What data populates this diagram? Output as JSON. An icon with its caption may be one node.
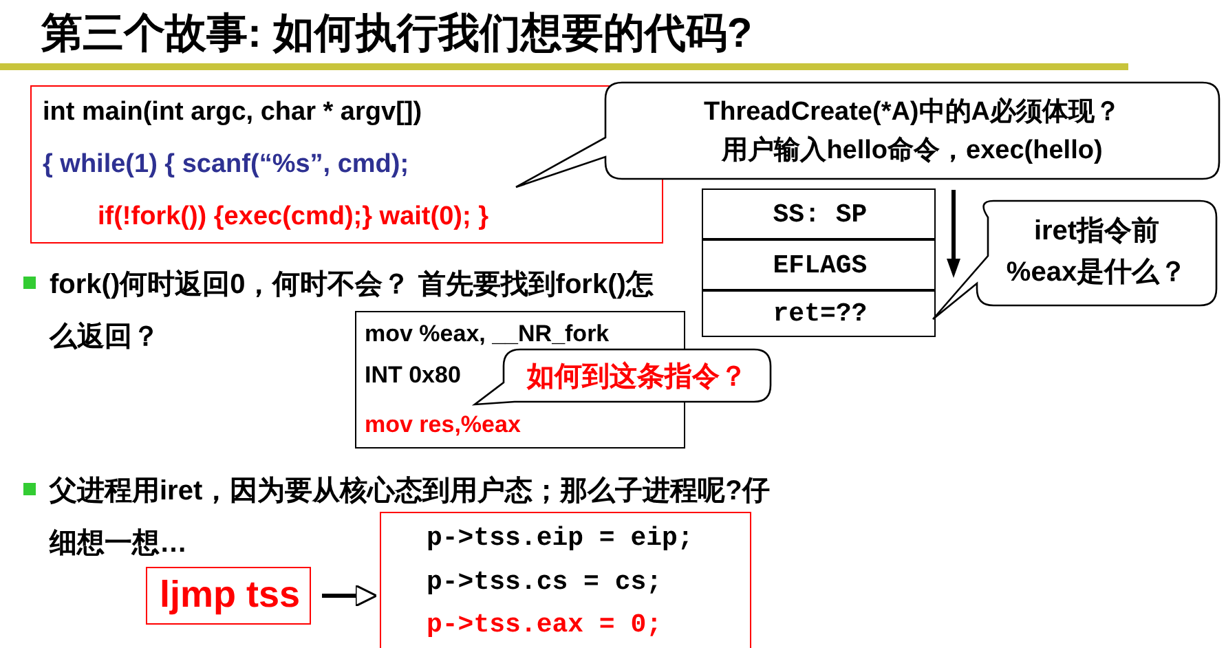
{
  "diagram": {
    "title": "第三个故事: 如何执行我们想要的代码?",
    "nodes": [
      {
        "text": [
          "int main(int argc, char * argv[])",
          "{  while(1)  { scanf(“%s”, cmd);",
          "if(!fork()) {exec(cmd);}  wait(0); }"
        ]
      },
      {
        "text": [
          "ThreadCreate(*A)中的A必须体现？",
          "用户输入hello命令，exec(hello)"
        ]
      },
      {
        "text": [
          "SS: SP"
        ]
      },
      {
        "text": [
          "EFLAGS"
        ]
      },
      {
        "text": [
          "ret=??"
        ]
      },
      {
        "text": [
          "iret指令前",
          "%eax是什么？"
        ]
      },
      {
        "text": [
          "mov  %eax, __NR_fork",
          "INT 0x80",
          "mov res,%eax"
        ]
      },
      {
        "text": [
          "如何到这条指令？"
        ]
      },
      {
        "text": [
          "ljmp tss"
        ]
      },
      {
        "text": [
          "p->tss.eip = eip;",
          "p->tss.cs = cs;",
          "p->tss.eax = 0;"
        ]
      }
    ],
    "edges": [
      {
        "from": 8,
        "to": 9,
        "arrow": "to"
      }
    ],
    "labels": [
      "fork()何时返回0，何时不会？ 首先要找到fork()怎么返回？",
      "父进程用iret，因为要从核心态到用户态；那么子进程呢?仔细想一想…"
    ]
  }
}
